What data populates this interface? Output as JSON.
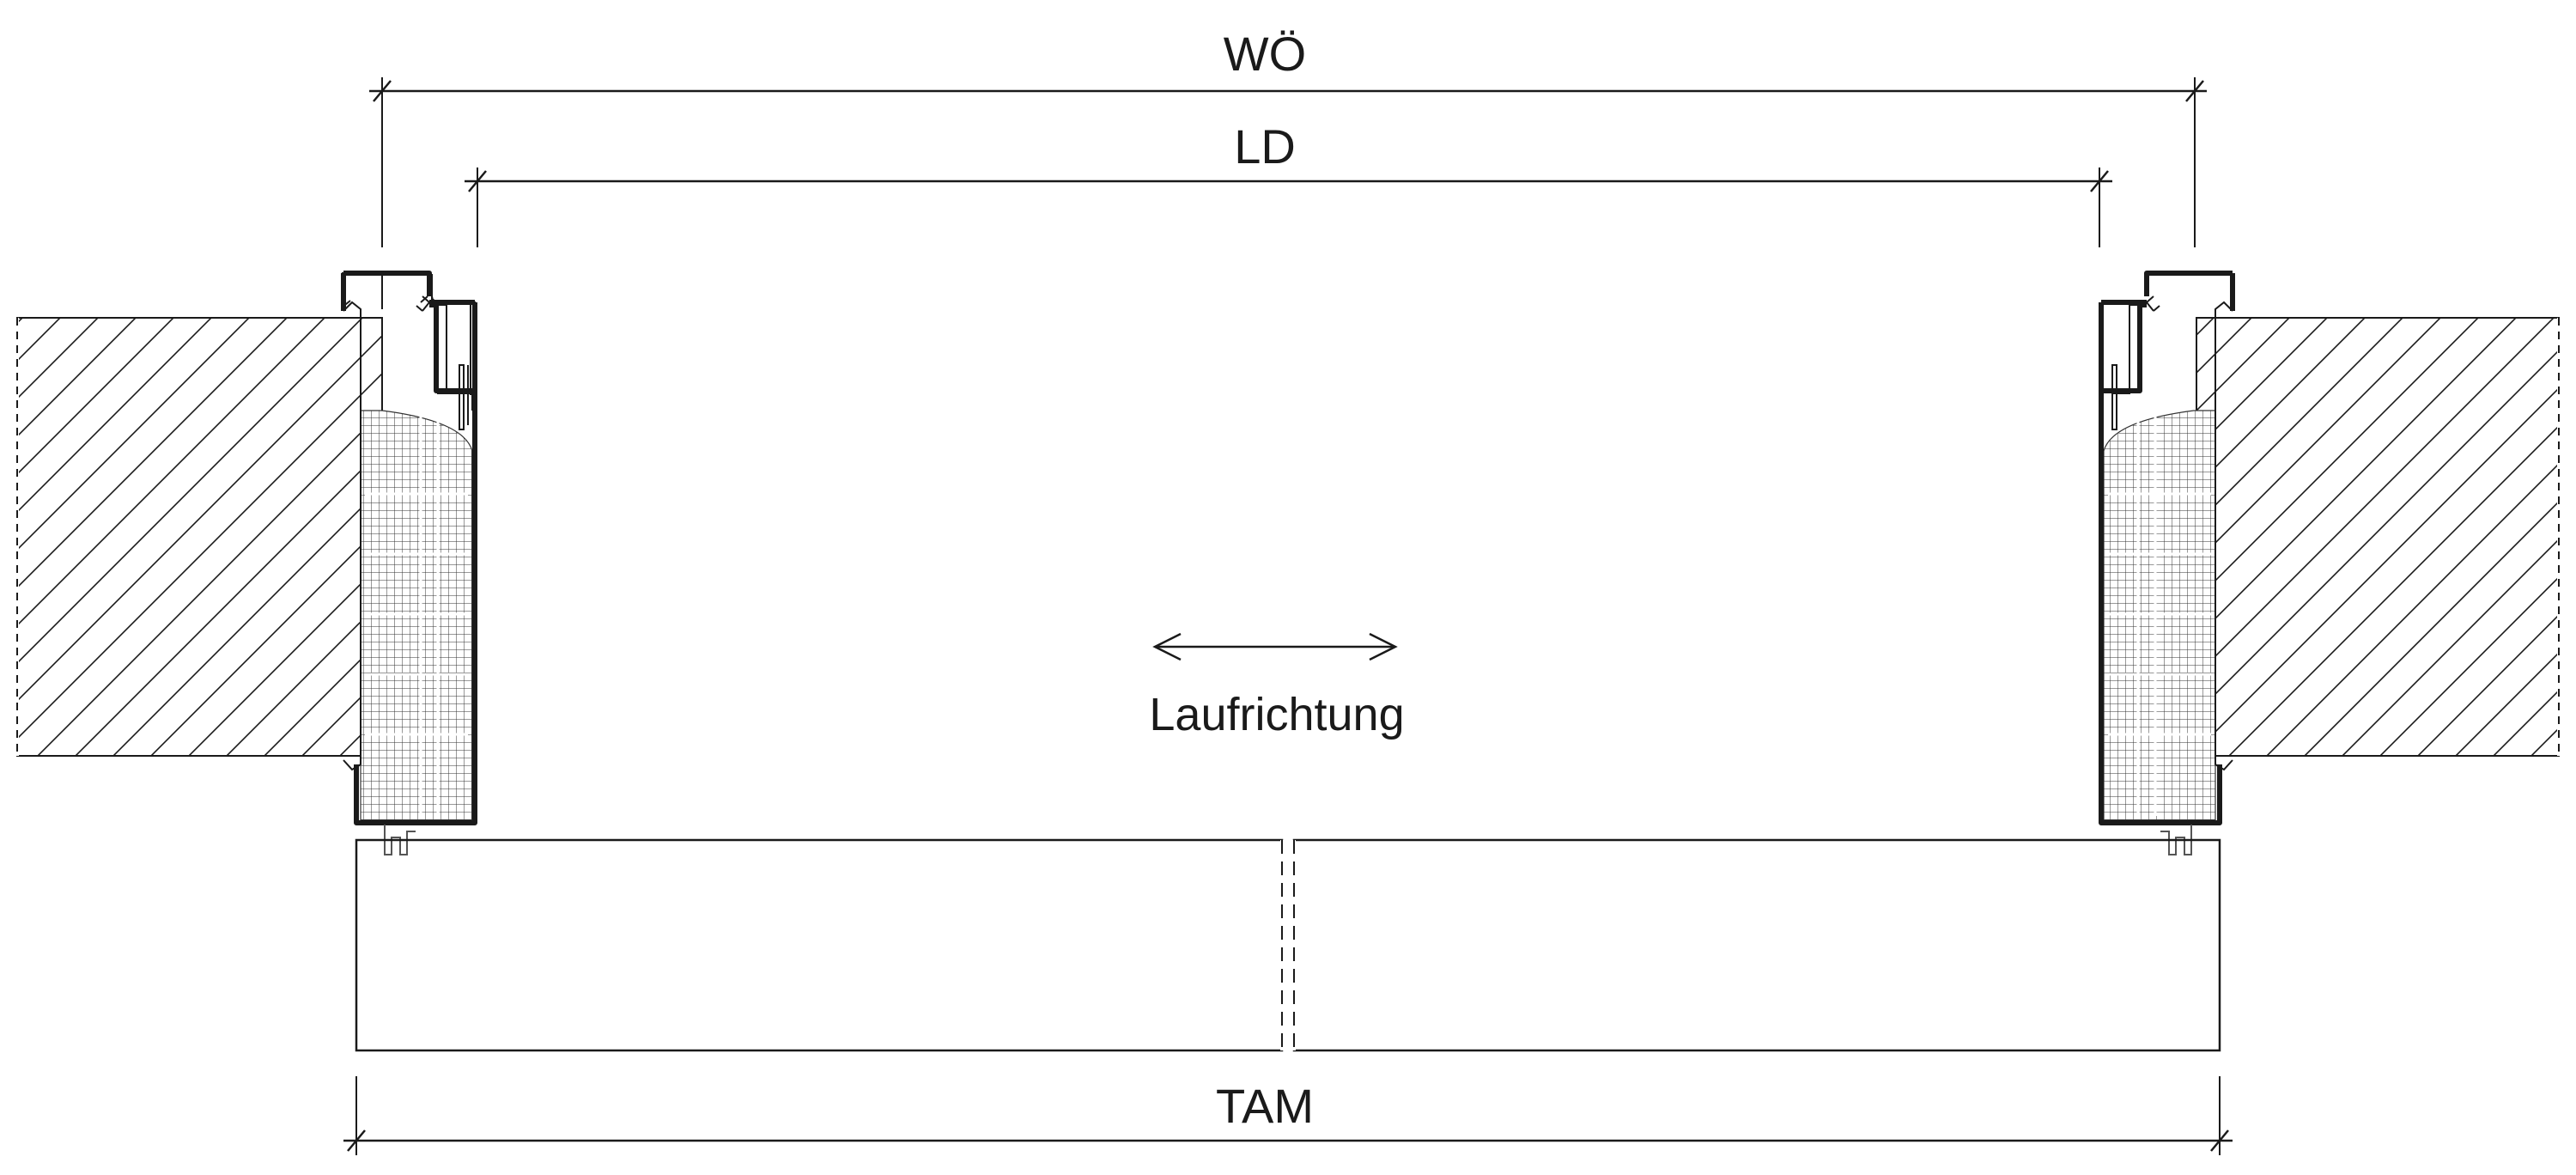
{
  "dimensions": {
    "wo": "WÖ",
    "ld": "LD",
    "tam": "TAM"
  },
  "direction_label": "Laufrichtung",
  "colors": {
    "stroke": "#1a1a1a",
    "background": "#ffffff"
  }
}
